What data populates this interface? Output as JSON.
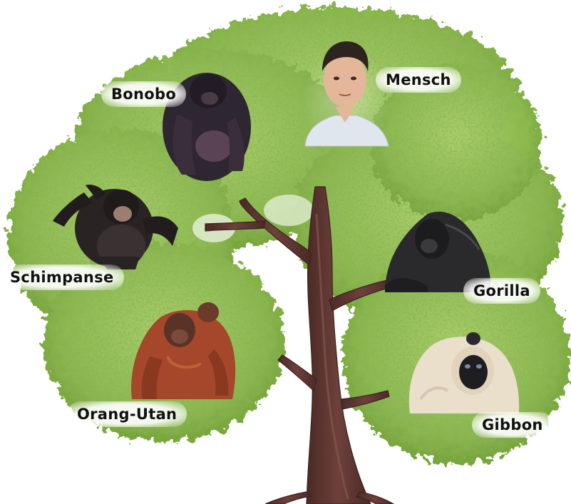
{
  "diagram": {
    "species": [
      {
        "key": "mensch",
        "label": "Mensch"
      },
      {
        "key": "bonobo",
        "label": "Bonobo"
      },
      {
        "key": "schimpanse",
        "label": "Schimpanse"
      },
      {
        "key": "gorilla",
        "label": "Gorilla"
      },
      {
        "key": "orang_utan",
        "label": "Orang-Utan"
      },
      {
        "key": "gibbon",
        "label": "Gibbon"
      }
    ]
  },
  "colors": {
    "foliage_dark": "#5e8a2e",
    "foliage_light": "#9cc45a",
    "trunk": "#5a3530",
    "trunk_highlight": "#7a4a45"
  }
}
